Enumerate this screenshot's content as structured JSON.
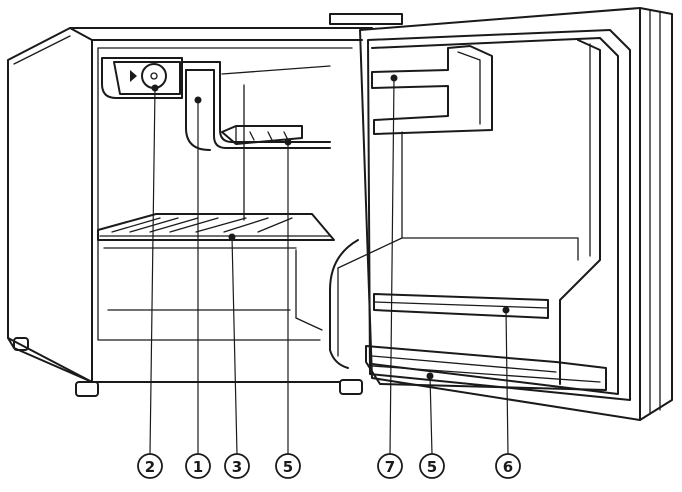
{
  "callouts": [
    {
      "id": "2",
      "label": "2"
    },
    {
      "id": "1",
      "label": "1"
    },
    {
      "id": "3",
      "label": "3"
    },
    {
      "id": "5a",
      "label": "5"
    },
    {
      "id": "7",
      "label": "7"
    },
    {
      "id": "5b",
      "label": "5"
    },
    {
      "id": "6",
      "label": "6"
    }
  ]
}
